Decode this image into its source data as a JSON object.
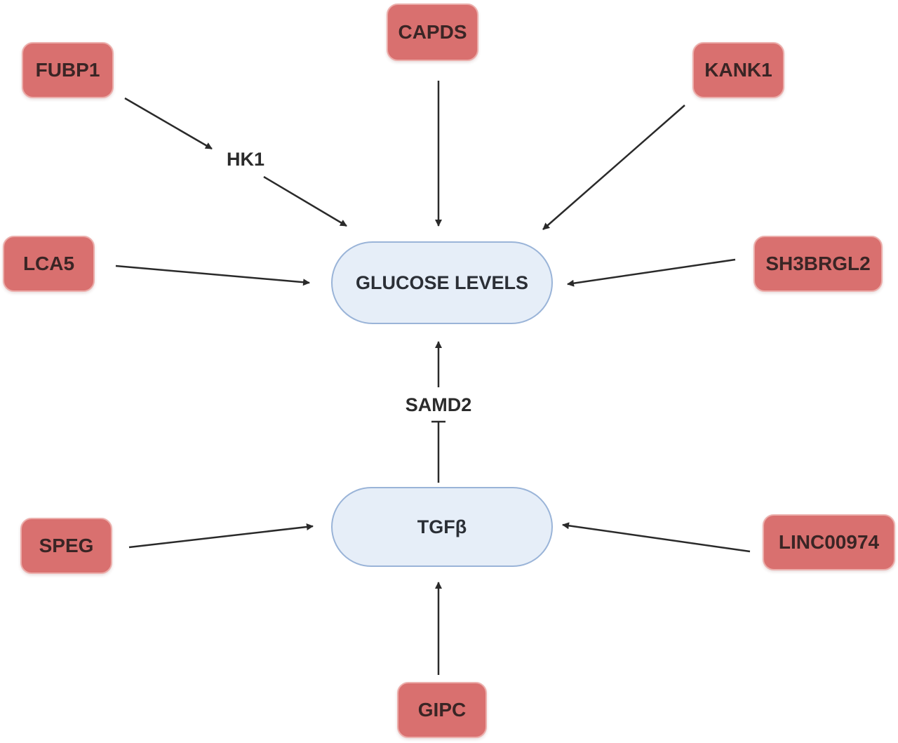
{
  "targets": {
    "glucose": "GLUCOSE LEVELS",
    "tgfb": "TGFβ"
  },
  "genes": {
    "fubp1": "FUBP1",
    "capds": "CAPDS",
    "kank1": "KANK1",
    "lca5": "LCA5",
    "sh3brgl2": "SH3BRGL2",
    "speg": "SPEG",
    "linc00974": "LINC00974",
    "gipc": "GIPC"
  },
  "mediators": {
    "hk1": "HK1",
    "samd2": "SAMD2"
  },
  "colors": {
    "gene_fill": "#d9706f",
    "gene_border": "#ecaeab",
    "target_fill": "#e6eef8",
    "target_border": "#9ab4d8",
    "edge": "#2a2a2a"
  }
}
